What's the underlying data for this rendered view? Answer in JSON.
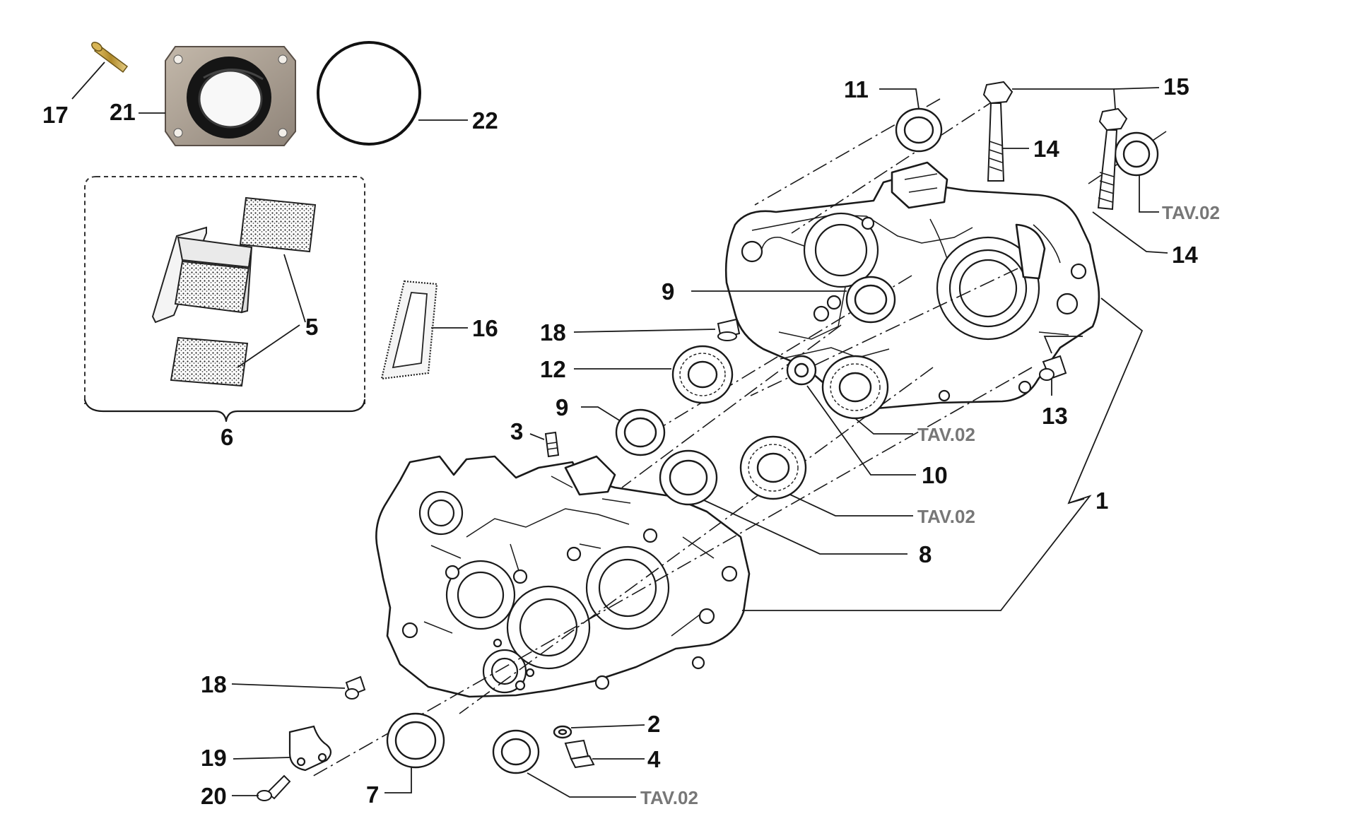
{
  "labels": {
    "p1": "1",
    "p2": "2",
    "p3": "3",
    "p4": "4",
    "p5": "5",
    "p6": "6",
    "p7": "7",
    "p8": "8",
    "p9_upper": "9",
    "p9_lower": "9",
    "p10": "10",
    "p11": "11",
    "p12": "12",
    "p13": "13",
    "p14_upper": "14",
    "p14_lower": "14",
    "p15": "15",
    "p16": "16",
    "p17": "17",
    "p18_upper": "18",
    "p18_lower": "18",
    "p19": "19",
    "p20": "20",
    "p21": "21",
    "p22": "22"
  },
  "references": {
    "tav_seal_top": "TAV.02",
    "tav_bearing_right": "TAV.02",
    "tav_bearing_center": "TAV.02",
    "tav_seal_bottom": "TAV.02"
  },
  "colors": {
    "line": "#1a1a1a",
    "label": "#111111",
    "reference": "#777777",
    "intake_block": "#a59a8d",
    "background": "#ffffff"
  }
}
